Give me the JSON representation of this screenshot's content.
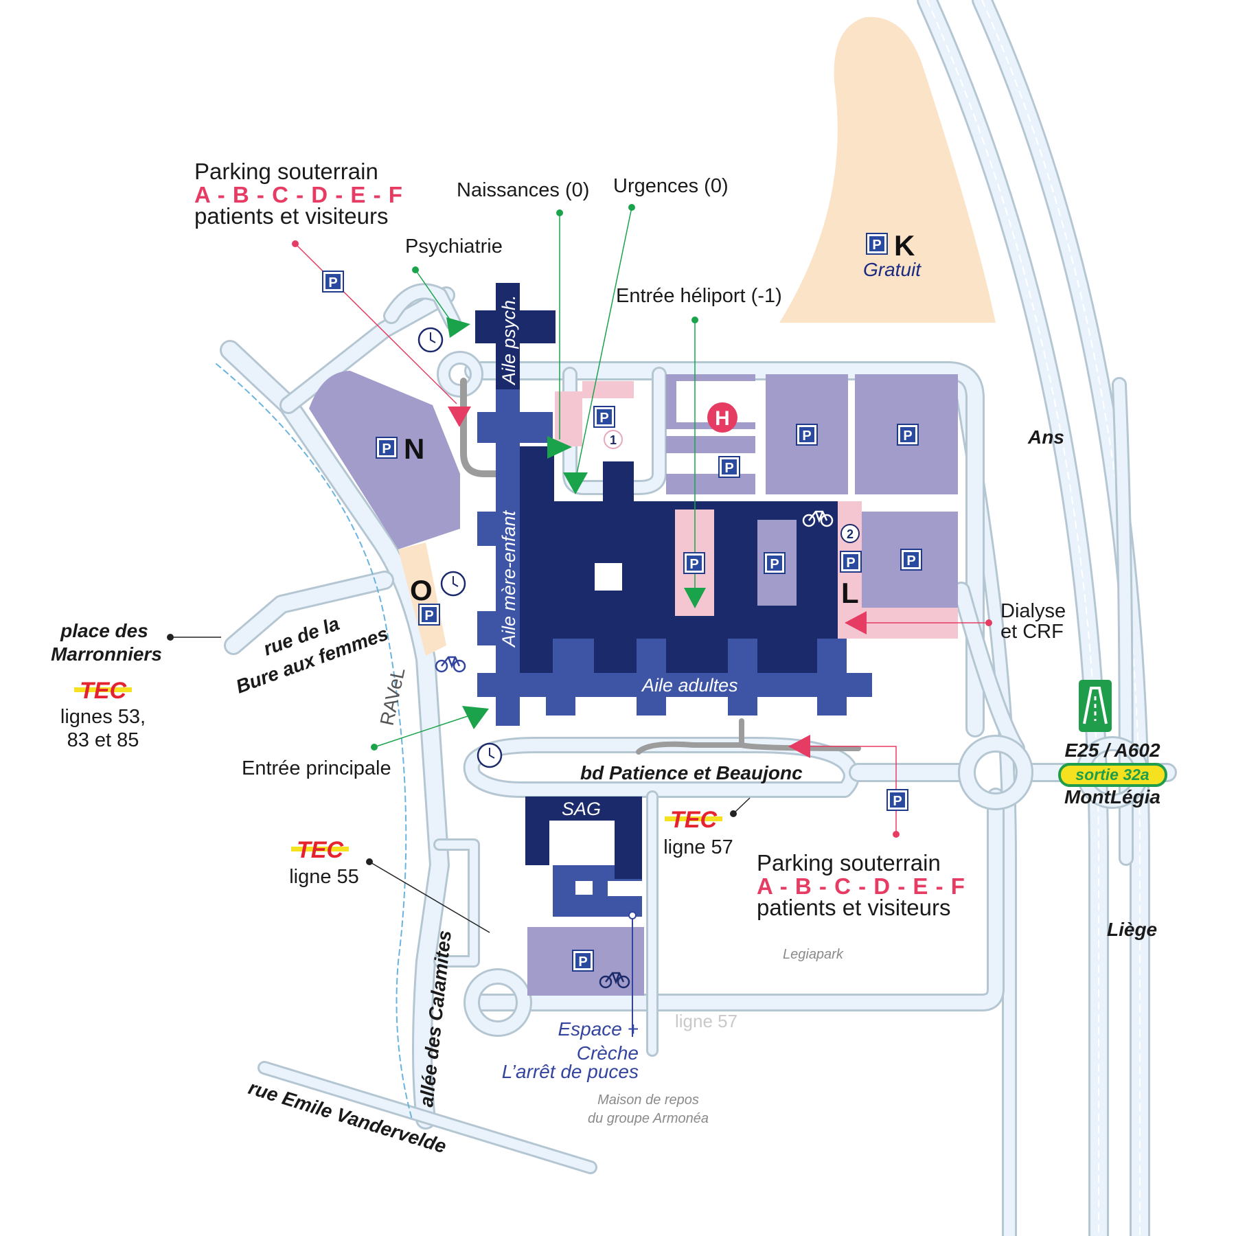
{
  "parking_top_left": {
    "title": "Parking souterrain",
    "letters": "A - B - C - D - E - F",
    "subtitle": "patients et visiteurs"
  },
  "parking_bottom_right": {
    "title": "Parking souterrain",
    "letters": "A - B - C - D - E - F",
    "subtitle": "patients et visiteurs"
  },
  "entrances": {
    "naissances": "Naissances (0)",
    "urgences": "Urgences (0)",
    "psychiatrie": "Psychiatrie",
    "heliport": "Entrée héliport (-1)",
    "principale": "Entrée principale",
    "dialyse_line1": "Dialyse",
    "dialyse_line2": "et CRF"
  },
  "wings": {
    "psych": "Aile psych.",
    "mere_enfant": "Aile mère-enfant",
    "adultes": "Aile adultes",
    "sag": "SAG"
  },
  "parking_letters": {
    "k": "K",
    "k_note": "Gratuit",
    "n": "N",
    "o": "O",
    "l": "L",
    "p": "P",
    "h": "H",
    "n1": "1",
    "n2": "2"
  },
  "streets": {
    "bd": "bd Patience et Beaujonc",
    "bure_1": "rue de la",
    "bure_2": "Bure aux femmes",
    "calamites": "allée des Calamites",
    "vandervelde": "rue Emile Vandervelde",
    "ravel": "RAVeL"
  },
  "places": {
    "marronniers_1": "place des",
    "marronniers_2": "Marronniers",
    "ans": "Ans",
    "liege": "Liège",
    "legiapark": "Legiapark",
    "maison_1": "Maison de repos",
    "maison_2": "du groupe Armonéa",
    "espace_1": "Espace +",
    "espace_2": "Crèche",
    "espace_3": "L’arrêt de puces",
    "ligne57_faded": "ligne 57"
  },
  "transit": {
    "tec_logo": "TEC",
    "lines_53_1": "lignes 53,",
    "lines_53_2": "83 et 85",
    "line_55": "ligne 55",
    "line_57": "ligne 57"
  },
  "highway": {
    "route": "E25 / A602",
    "exit": "sortie 32a",
    "name": "MontLégia"
  },
  "colors": {
    "navy": "#1b2a6b",
    "royal": "#3e55a6",
    "lavender": "#a29ccb",
    "pink": "#f3c6d2",
    "sand": "#fbe3c8",
    "road_fill": "#eaf3fb",
    "road_edge": "#b5c6d3",
    "green_arrow": "#1aa34a",
    "red_arrow": "#e63c63",
    "motorway_green": "#1f9d4a",
    "exit_yellow": "#f5e11f"
  },
  "icons": [
    "parking-icon",
    "clock-icon",
    "bicycle-icon",
    "helipad-icon",
    "motorway-icon",
    "tec-logo"
  ]
}
